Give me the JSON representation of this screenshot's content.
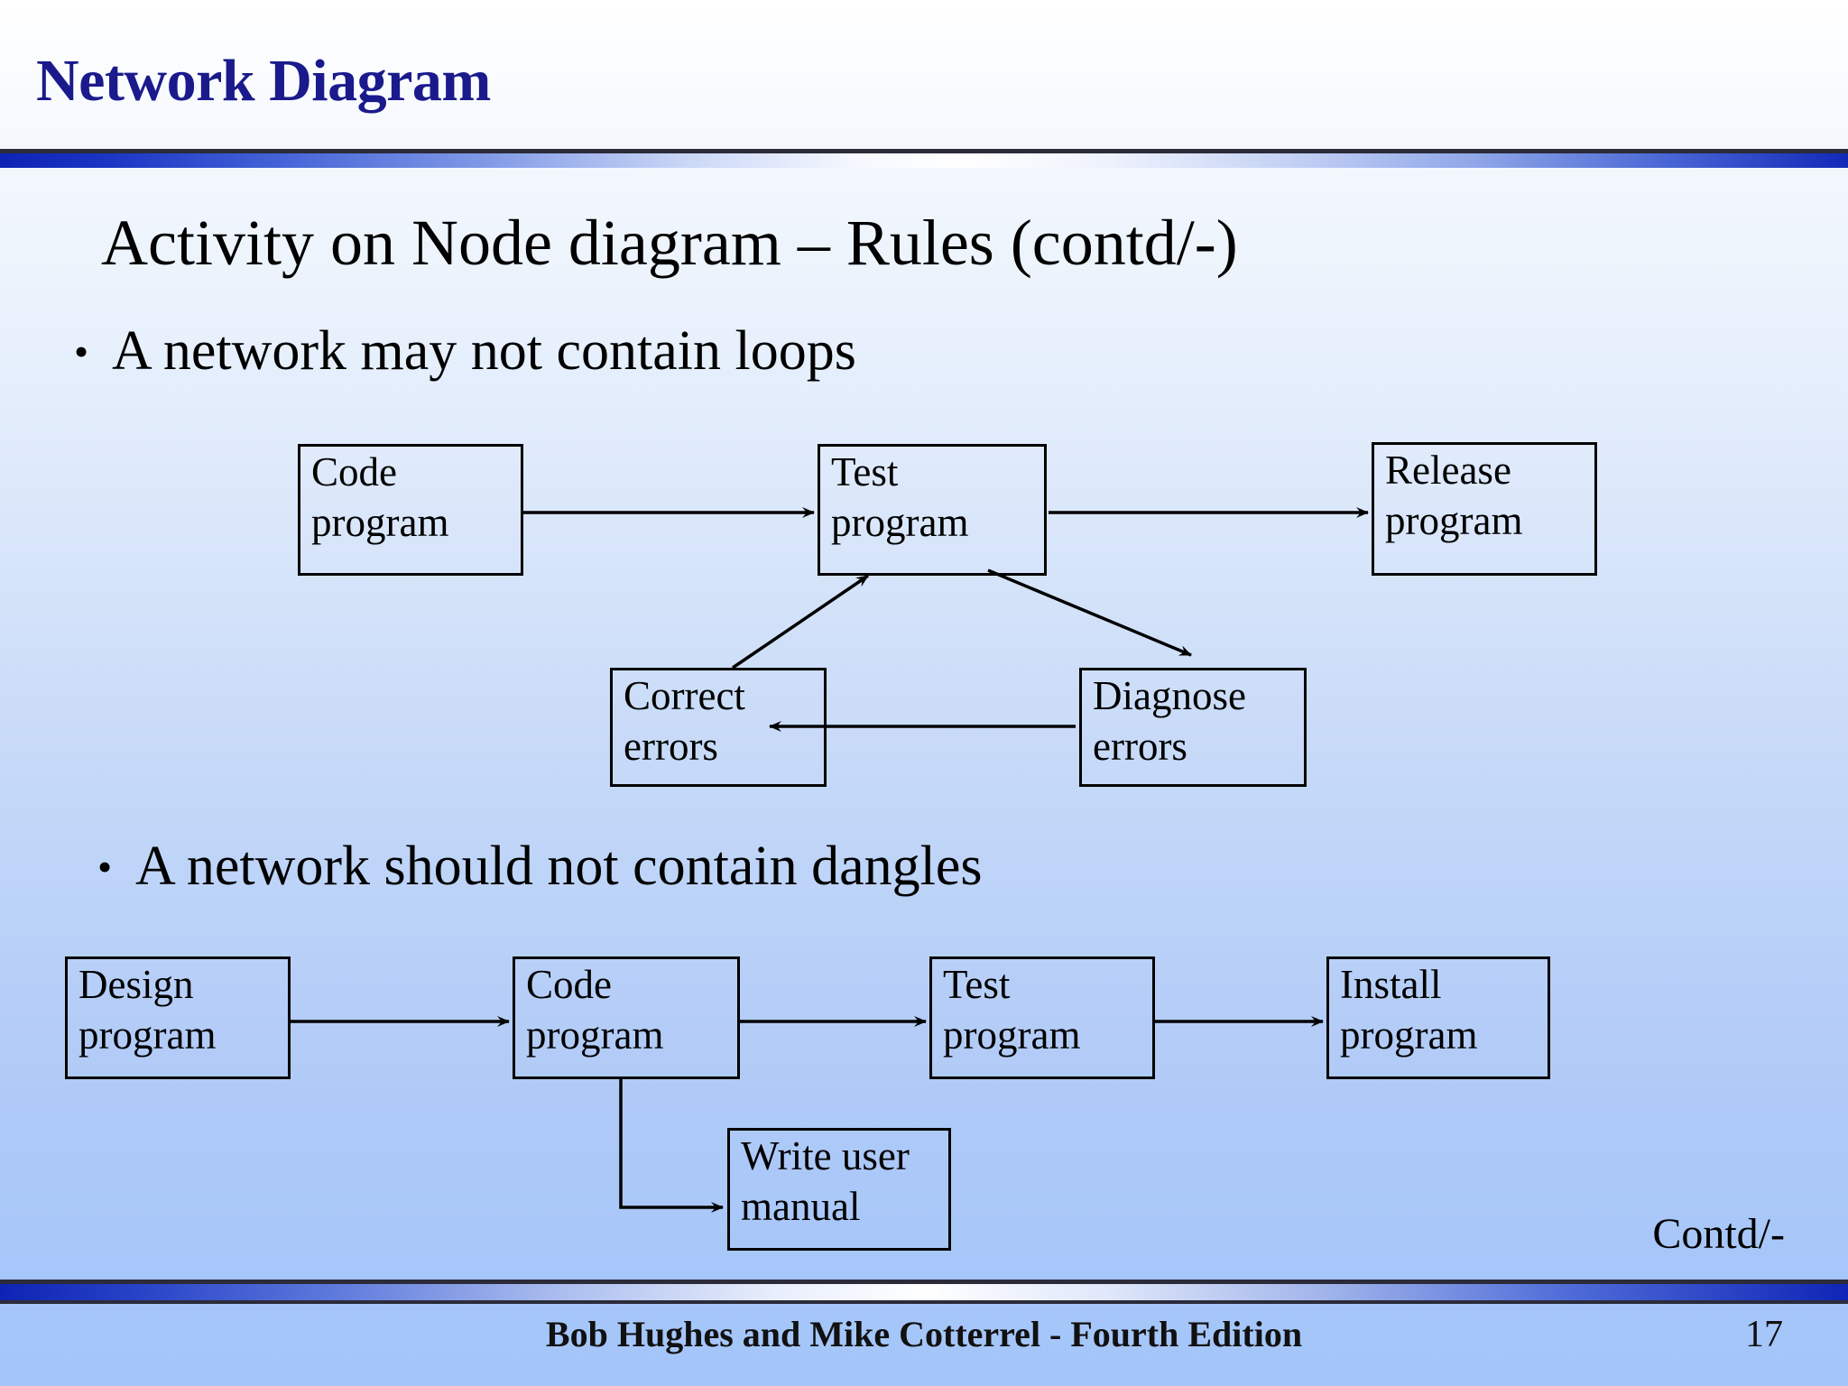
{
  "slide": {
    "title": "Network Diagram",
    "subtitle": "Activity on Node diagram – Rules (contd/-)",
    "contd_note": "Contd/-",
    "page_number": "17",
    "footer": "Bob Hughes and Mike Cotterrel  - Fourth Edition",
    "accent_color": "#1a1a8c",
    "rule_color": "#2b2b3a",
    "band_color": "#0e23b4"
  },
  "bullets": [
    {
      "marker": "•",
      "text": "A network may not contain loops"
    },
    {
      "marker": "•",
      "text": "A network should not contain dangles"
    }
  ],
  "diagrams": [
    {
      "name": "loops-diagram",
      "nodes": [
        {
          "id": "code",
          "line1": "Code",
          "line2": "program"
        },
        {
          "id": "test",
          "line1": "Test",
          "line2": "program"
        },
        {
          "id": "release",
          "line1": "Release",
          "line2": "program"
        },
        {
          "id": "correct",
          "line1": "Correct",
          "line2": "errors"
        },
        {
          "id": "diagnose",
          "line1": "Diagnose",
          "line2": "errors"
        }
      ],
      "edges": [
        {
          "from": "code",
          "to": "test"
        },
        {
          "from": "test",
          "to": "release"
        },
        {
          "from": "test",
          "to": "diagnose"
        },
        {
          "from": "diagnose",
          "to": "correct"
        },
        {
          "from": "correct",
          "to": "test"
        }
      ]
    },
    {
      "name": "dangles-diagram",
      "nodes": [
        {
          "id": "design",
          "line1": "Design",
          "line2": "program"
        },
        {
          "id": "code2",
          "line1": "Code",
          "line2": "program"
        },
        {
          "id": "test2",
          "line1": "Test",
          "line2": "program"
        },
        {
          "id": "install",
          "line1": "Install",
          "line2": "program"
        },
        {
          "id": "manual",
          "line1": "Write user",
          "line2": "manual"
        }
      ],
      "edges": [
        {
          "from": "design",
          "to": "code2"
        },
        {
          "from": "code2",
          "to": "test2"
        },
        {
          "from": "test2",
          "to": "install"
        },
        {
          "from": "code2",
          "to": "manual"
        }
      ]
    }
  ]
}
